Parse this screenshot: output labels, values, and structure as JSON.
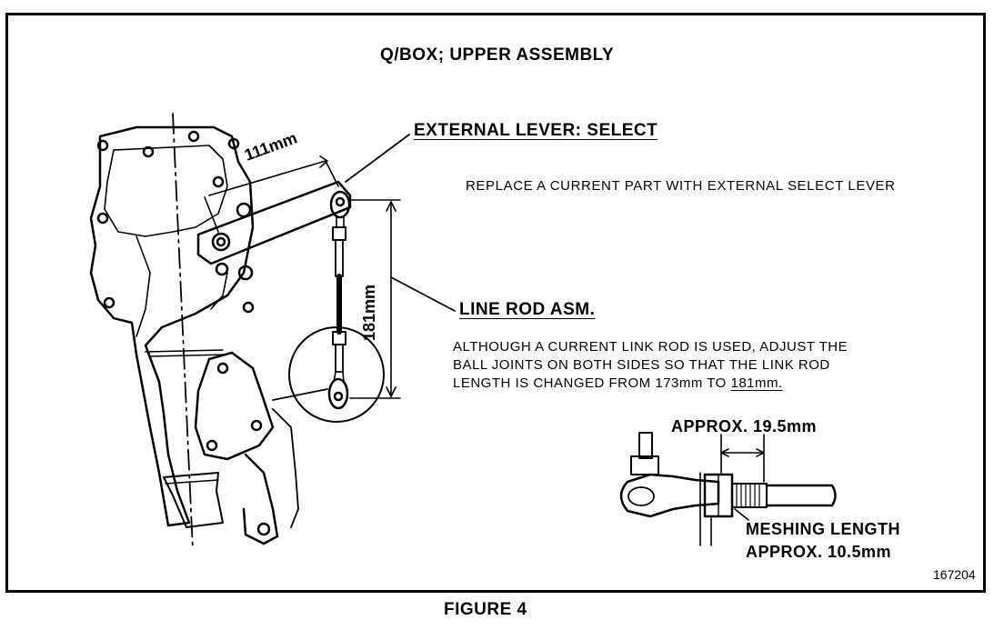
{
  "diagram": {
    "title": "Q/BOX; UPPER ASSEMBLY",
    "external_lever_label": "EXTERNAL LEVER: SELECT",
    "replace_note": "REPLACE A CURRENT PART WITH EXTERNAL SELECT LEVER",
    "line_rod_label": "LINE ROD ASM.",
    "adjust_note": {
      "line1": "ALTHOUGH A CURRENT LINK ROD IS USED, ADJUST THE",
      "line2": "BALL JOINTS ON BOTH SIDES SO THAT THE LINK ROD",
      "line3_prefix": "LENGTH IS CHANGED FROM 173mm TO ",
      "line3_value": "181mm."
    },
    "dimensions": {
      "lever_length": "111mm",
      "rod_length": "181mm"
    },
    "detail": {
      "approx_label": "APPROX. 19.5mm",
      "meshing_line1": "MESHING LENGTH",
      "meshing_line2": "APPROX. 10.5mm"
    },
    "figure_number": "167204",
    "caption": "FIGURE 4"
  }
}
